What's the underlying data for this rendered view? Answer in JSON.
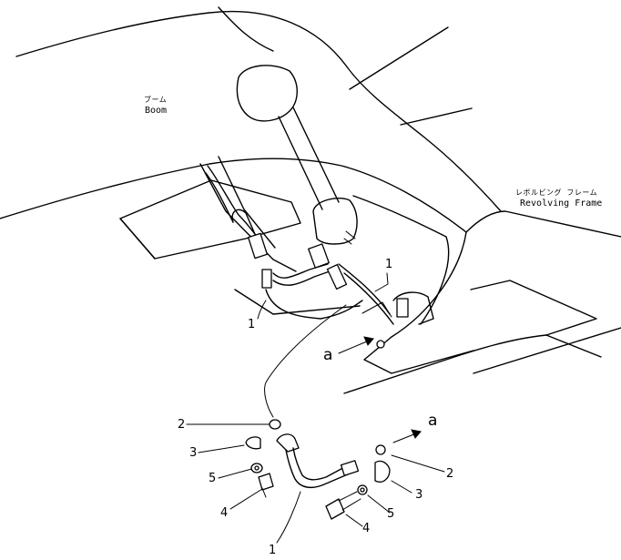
{
  "labels": {
    "boom_jp": "ブーム",
    "boom_en": "Boom",
    "frame_jp": "レボルビング フレーム",
    "frame_en": "Revolving Frame",
    "view_a_upper": "a",
    "view_a_lower": "a"
  },
  "callouts": {
    "hose_upper_left": "1",
    "hose_upper_right": "1",
    "hose_lower": "1",
    "oring_left": "2",
    "oring_right": "2",
    "clamp_left": "3",
    "clamp_right": "3",
    "bolt_left": "4",
    "bolt_right": "4",
    "washer_left": "5",
    "washer_right": "5"
  }
}
